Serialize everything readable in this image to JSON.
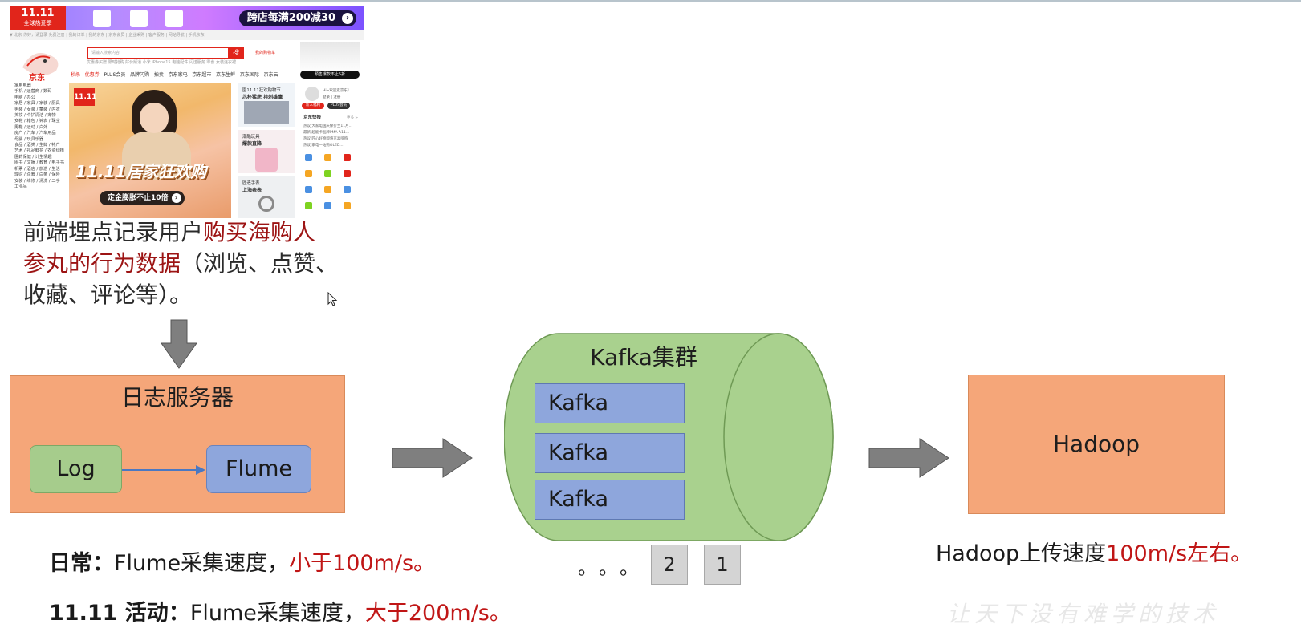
{
  "screenshot": {
    "promo_badge": "11.11",
    "promo_badge_sub": "全球热爱季",
    "promo_slogan": "跨店每满200减30",
    "toolbar_text": "▼ 北京                                          你好，请登录  免费注册  |  我的订单  |  我的京东  |  京东会员  |  企业采购  |  客户服务  |  网站导航  |  手机京东",
    "logo": "京东",
    "search_placeholder": "请输入搜索内容",
    "search_button": "搜",
    "hot_words": "优惠券买赠  限时抢购  好价频道  小米  iPhone15  电脑配件  闪送服务  零食  女装连衣裙",
    "cart_link": "我的购物车",
    "ad_label": "预售爆款不止5折",
    "nav": [
      "秒杀",
      "优惠券",
      "PLUS会员",
      "品牌闪购",
      "拍卖",
      "京东家电",
      "京东超市",
      "京东生鲜",
      "京东国际",
      "京东云"
    ],
    "sidebar": [
      "家用电器",
      "手机 / 运营商 / 数码",
      "电脑 / 办公",
      "家居 / 家具 / 家装 / 厨具",
      "男装 / 女装 / 童装 / 内衣",
      "美妆 / 个护清洁 / 宠物",
      "女鞋 / 箱包 / 钟表 / 珠宝",
      "男鞋 / 运动 / 户外",
      "房产 / 汽车 / 汽车用品",
      "母婴 / 玩具乐器",
      "食品 / 酒类 / 生鲜 / 特产",
      "艺术 / 礼品鲜花 / 农资绿植",
      "医药保健 / 计生情趣",
      "图书 / 文娱 / 教育 / 电子书",
      "机票 / 酒店 / 旅游 / 生活",
      "理财 / 众筹 / 白条 / 保险",
      "安装 / 维修 / 清洗 / 二手",
      "工业品"
    ],
    "banner_title": "11.11居家狂欢购",
    "banner_cta": "定金膨胀不止10倍",
    "mid_card_1": [
      "囤11.11狂欢购物节",
      "芯杯猛虎  持刺雄鹰"
    ],
    "mid_card_2": [
      "潮酷玩具",
      "爆款直降"
    ],
    "mid_card_3": [
      "匠造手表",
      "上海表表"
    ],
    "user_greeting": "Hi~欢迎逛京东！",
    "user_links": "登录 | 注册",
    "pill_new": "新人福利",
    "pill_plus": "PLUS会员",
    "news_head": "京东快报",
    "news_more": "更多 >",
    "news": [
      "热议  大家电国庆保价至11月...",
      "最新  超能卡品牌PMA-A11...",
      "热议  匠心好物即将京喜嗨购",
      "热议  家电一站购OLED..."
    ]
  },
  "description": {
    "line1_prefix": "前端埋点记录用户",
    "line1_red": "购买海购人",
    "line2_red": "参丸的行为数据",
    "line2_suffix": "（浏览、点赞、",
    "line3": "收藏、评论等）。"
  },
  "diagram": {
    "server_title": "日志服务器",
    "log_label": "Log",
    "flume_label": "Flume",
    "kafka_cluster_title": "Kafka集群",
    "kafka_nodes": [
      "Kafka",
      "Kafka",
      "Kafka"
    ],
    "partition_dots": "。。。",
    "partitions": [
      "2",
      "1"
    ],
    "hadoop_label": "Hadoop"
  },
  "notes": {
    "daily_label": "日常：",
    "daily_text": "Flume采集速度，",
    "daily_red": "小于100m/s。",
    "event_label": "11.11 活动：",
    "event_text": "Flume采集速度，",
    "event_red": "大于200m/s。",
    "hadoop_text": "Hadoop上传速度",
    "hadoop_red": "100m/s左右。"
  },
  "watermark": "让天下没有难学的技术",
  "colors": {
    "server_box": "#f5a679",
    "log_box": "#a6cc8c",
    "flume_box": "#8ea6dc",
    "kafka_cylinder": "#a9d18e",
    "kafka_node": "#8ea6dc",
    "partition_box": "#d4d4d4",
    "highlight_red": "#c01616",
    "arrow_gray": "#7f7f7f"
  }
}
